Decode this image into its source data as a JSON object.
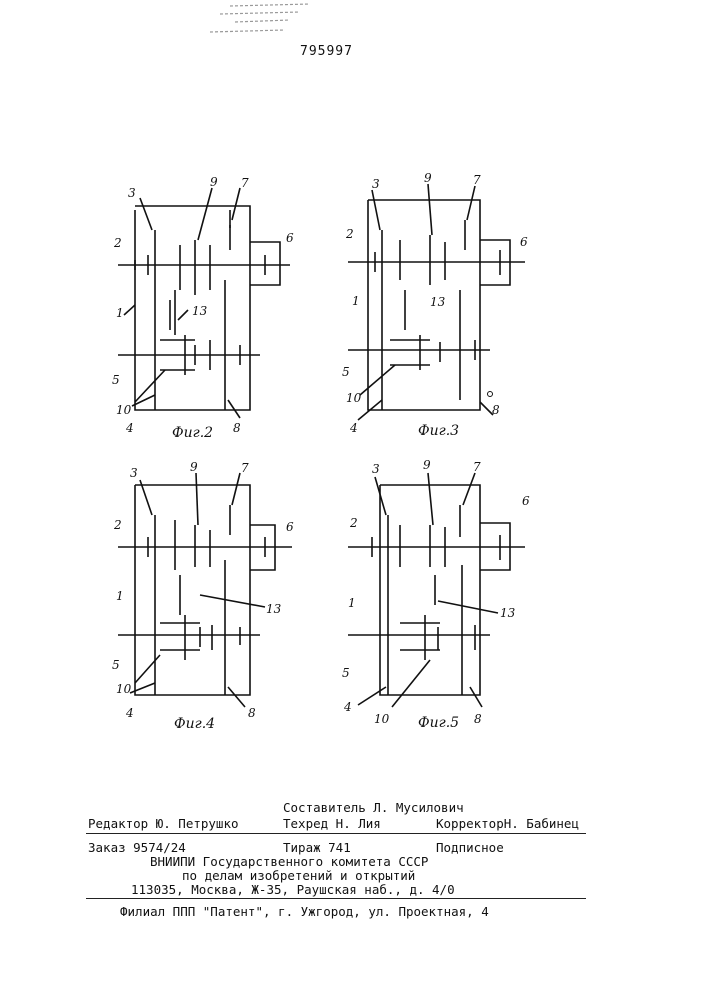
{
  "patent_number": "795997",
  "figures": [
    {
      "caption": "Фиг.2",
      "labels": [
        "1",
        "2",
        "3",
        "4",
        "5",
        "6",
        "7",
        "8",
        "9",
        "10",
        "13"
      ]
    },
    {
      "caption": "Фиг.3",
      "labels": [
        "1",
        "2",
        "3",
        "4",
        "5",
        "6",
        "7",
        "8",
        "9",
        "10",
        "13"
      ]
    },
    {
      "caption": "Фиг.4",
      "labels": [
        "1",
        "2",
        "3",
        "4",
        "5",
        "6",
        "7",
        "8",
        "9",
        "10",
        "13"
      ]
    },
    {
      "caption": "Фиг.5",
      "labels": [
        "1",
        "2",
        "3",
        "4",
        "5",
        "6",
        "7",
        "8",
        "9",
        "10",
        "13"
      ]
    }
  ],
  "imprint": {
    "compiler": "Составитель Л. Мусилович",
    "editor": "Редактор Ю. Петрушко",
    "techred": "Техред Н. Лия",
    "corrector": "КорректорН. Бабинец",
    "order": "Заказ 9574/24",
    "circulation": "Тираж   741",
    "subscription": "Подписное",
    "org_line1": "ВНИИПИ Государственного комитета СССР",
    "org_line2": "по делам изобретений и открытий",
    "address": "113035, Москва, Ж-35, Раушская наб., д. 4/0",
    "branch": "Филиал ППП \"Патент\", г. Ужгород, ул. Проектная, 4"
  }
}
